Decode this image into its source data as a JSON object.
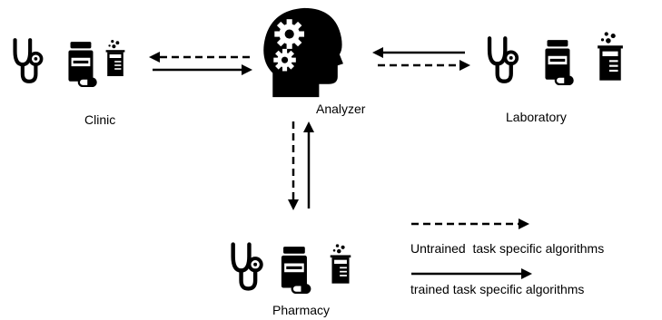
{
  "nodes": {
    "analyzer": {
      "label": "Analyzer",
      "icon": "brain-gears-head-icon"
    },
    "clinic": {
      "label": "Clinic",
      "icons": [
        "stethoscope-icon",
        "medicine-bottle-icon",
        "beaker-icon"
      ]
    },
    "laboratory": {
      "label": "Laboratory",
      "icons": [
        "stethoscope-icon",
        "medicine-bottle-icon",
        "beaker-icon"
      ]
    },
    "pharmacy": {
      "label": "Pharmacy",
      "icons": [
        "stethoscope-icon",
        "medicine-bottle-icon",
        "beaker-icon"
      ]
    }
  },
  "legend": {
    "dashed": "Untrained  task specific algorithms",
    "solid": "trained task specific algorithms"
  },
  "colors": {
    "ink": "#000000",
    "background": "#ffffff"
  }
}
